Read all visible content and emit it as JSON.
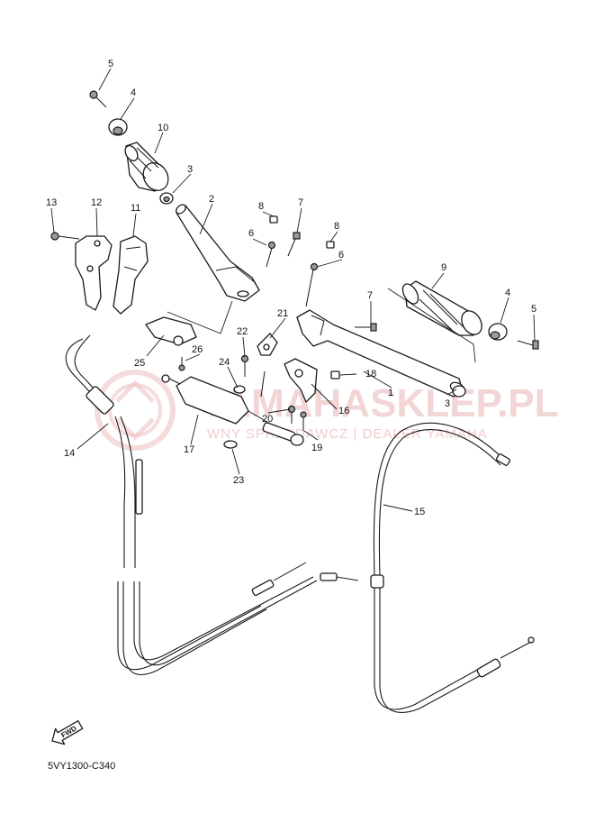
{
  "diagram_code": "5VY1300-C340",
  "fwd_label": "FWD",
  "watermark": {
    "brand": "YAMAHASKLEP.PL",
    "tagline": "WNY SPRZEDAWCZ | DEALER YAMAHA"
  },
  "part_labels": {
    "p1": "1",
    "p2": "2",
    "p3a": "3",
    "p3b": "3",
    "p4a": "4",
    "p4b": "4",
    "p5a": "5",
    "p5b": "5",
    "p6a": "6",
    "p6b": "6",
    "p7a": "7",
    "p7b": "7",
    "p8a": "8",
    "p8b": "8",
    "p9": "9",
    "p10": "10",
    "p11": "11",
    "p12": "12",
    "p13": "13",
    "p14": "14",
    "p15": "15",
    "p16": "16",
    "p17": "17",
    "p18": "18",
    "p19": "19",
    "p20": "20",
    "p21": "21",
    "p22": "22",
    "p23": "23",
    "p24": "24",
    "p25": "25",
    "p26": "26"
  }
}
